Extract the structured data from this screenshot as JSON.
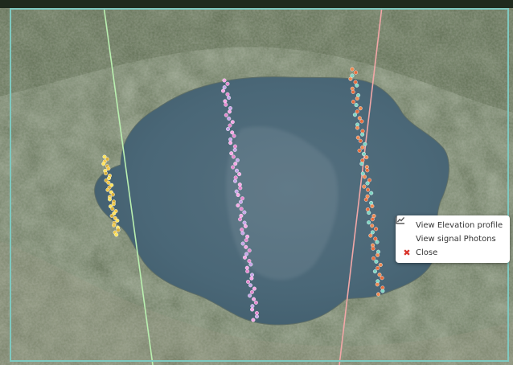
{
  "map": {
    "background": "satellite-imagery",
    "lake_color": "#3f5a6c",
    "frame_color": "#7fc9c0"
  },
  "tracks": [
    {
      "id": "track-green",
      "color": "#b9f0b0"
    },
    {
      "id": "track-pink",
      "color": "#f2a7a7"
    }
  ],
  "photon_strips": [
    {
      "id": "strip-yellow",
      "colors": [
        "#ffe45c",
        "#d9b13b",
        "#f0c94a"
      ]
    },
    {
      "id": "strip-pink",
      "colors": [
        "#f5a8e6",
        "#e58ad0",
        "#c8a6e8"
      ]
    },
    {
      "id": "strip-orange",
      "colors": [
        "#f08a52",
        "#e86d3d",
        "#7fd6c4"
      ]
    }
  ],
  "context_menu": {
    "items": [
      {
        "label": "View Elevation profile",
        "icon": "line-chart-icon"
      },
      {
        "label": "View signal Photons",
        "icon": "line-chart-icon"
      },
      {
        "label": "Close",
        "icon": "close-icon"
      }
    ]
  }
}
